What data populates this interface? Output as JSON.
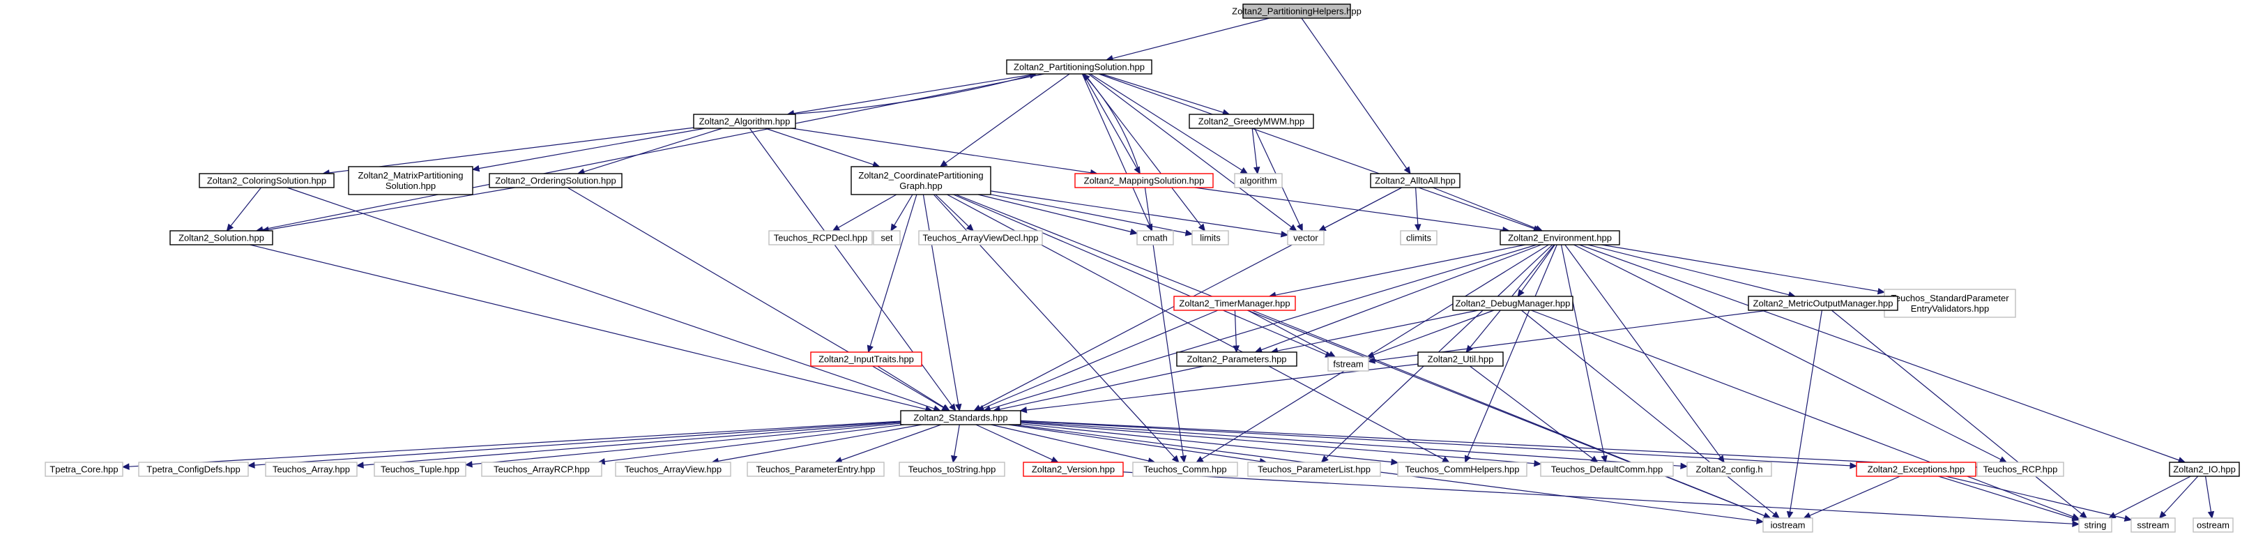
{
  "colors": {
    "root_fill": "#bfbfbf",
    "root_stroke": "#000000",
    "header_stroke": "#000000",
    "truncated_stroke": "#ff0000",
    "external_stroke": "#bfbfbf",
    "edge": "#191970"
  },
  "nodes": {
    "root": {
      "kind": "root",
      "lines": [
        "Zoltan2_PartitioningHelpers.hpp"
      ]
    },
    "partsol": {
      "kind": "header",
      "lines": [
        "Zoltan2_PartitioningSolution.hpp"
      ]
    },
    "algorithm": {
      "kind": "header",
      "lines": [
        "Zoltan2_Algorithm.hpp"
      ]
    },
    "greedymwm": {
      "kind": "header",
      "lines": [
        "Zoltan2_GreedyMWM.hpp"
      ]
    },
    "alltoall": {
      "kind": "header",
      "lines": [
        "Zoltan2_AlltoAll.hpp"
      ]
    },
    "colorsol": {
      "kind": "header",
      "lines": [
        "Zoltan2_ColoringSolution.hpp"
      ]
    },
    "matrixsol": {
      "kind": "header",
      "lines": [
        "Zoltan2_MatrixPartitioning",
        "Solution.hpp"
      ]
    },
    "ordersol": {
      "kind": "header",
      "lines": [
        "Zoltan2_OrderingSolution.hpp"
      ]
    },
    "coordgraph": {
      "kind": "header",
      "lines": [
        "Zoltan2_CoordinatePartitioning",
        "Graph.hpp"
      ]
    },
    "mappingsol": {
      "kind": "truncated",
      "lines": [
        "Zoltan2_MappingSolution.hpp"
      ]
    },
    "algorithm_std": {
      "kind": "external",
      "lines": [
        "algorithm"
      ]
    },
    "solution": {
      "kind": "header",
      "lines": [
        "Zoltan2_Solution.hpp"
      ]
    },
    "rcpdecl": {
      "kind": "external",
      "lines": [
        "Teuchos_RCPDecl.hpp"
      ]
    },
    "set": {
      "kind": "external",
      "lines": [
        "set"
      ]
    },
    "arrayviewdecl": {
      "kind": "external",
      "lines": [
        "Teuchos_ArrayViewDecl.hpp"
      ]
    },
    "cmath": {
      "kind": "external",
      "lines": [
        "cmath"
      ]
    },
    "limits": {
      "kind": "external",
      "lines": [
        "limits"
      ]
    },
    "vector": {
      "kind": "external",
      "lines": [
        "vector"
      ]
    },
    "climits": {
      "kind": "external",
      "lines": [
        "climits"
      ]
    },
    "environment": {
      "kind": "header",
      "lines": [
        "Zoltan2_Environment.hpp"
      ]
    },
    "stdparam": {
      "kind": "external",
      "lines": [
        "Teuchos_StandardParameter",
        "EntryValidators.hpp"
      ]
    },
    "timermgr": {
      "kind": "truncated",
      "lines": [
        "Zoltan2_TimerManager.hpp"
      ]
    },
    "debugmgr": {
      "kind": "header",
      "lines": [
        "Zoltan2_DebugManager.hpp"
      ]
    },
    "metricmgr": {
      "kind": "header",
      "lines": [
        "Zoltan2_MetricOutputManager.hpp"
      ]
    },
    "fstream": {
      "kind": "external",
      "lines": [
        "fstream"
      ]
    },
    "parameters": {
      "kind": "header",
      "lines": [
        "Zoltan2_Parameters.hpp"
      ]
    },
    "util": {
      "kind": "header",
      "lines": [
        "Zoltan2_Util.hpp"
      ]
    },
    "inputtraits": {
      "kind": "truncated",
      "lines": [
        "Zoltan2_InputTraits.hpp"
      ]
    },
    "standards": {
      "kind": "header",
      "lines": [
        "Zoltan2_Standards.hpp"
      ]
    },
    "io": {
      "kind": "header",
      "lines": [
        "Zoltan2_IO.hpp"
      ]
    },
    "tpetra_core": {
      "kind": "external",
      "lines": [
        "Tpetra_Core.hpp"
      ]
    },
    "tpetra_configdefs": {
      "kind": "external",
      "lines": [
        "Tpetra_ConfigDefs.hpp"
      ]
    },
    "teuchos_array": {
      "kind": "external",
      "lines": [
        "Teuchos_Array.hpp"
      ]
    },
    "teuchos_tuple": {
      "kind": "external",
      "lines": [
        "Teuchos_Tuple.hpp"
      ]
    },
    "teuchos_arrayrcp": {
      "kind": "external",
      "lines": [
        "Teuchos_ArrayRCP.hpp"
      ]
    },
    "teuchos_arrayview": {
      "kind": "external",
      "lines": [
        "Teuchos_ArrayView.hpp"
      ]
    },
    "teuchos_paramentry": {
      "kind": "external",
      "lines": [
        "Teuchos_ParameterEntry.hpp"
      ]
    },
    "teuchos_tostring": {
      "kind": "external",
      "lines": [
        "Teuchos_toString.hpp"
      ]
    },
    "version": {
      "kind": "truncated",
      "lines": [
        "Zoltan2_Version.hpp"
      ]
    },
    "teuchos_comm": {
      "kind": "external",
      "lines": [
        "Teuchos_Comm.hpp"
      ]
    },
    "teuchos_paramlist": {
      "kind": "external",
      "lines": [
        "Teuchos_ParameterList.hpp"
      ]
    },
    "teuchos_commhelpers": {
      "kind": "external",
      "lines": [
        "Teuchos_CommHelpers.hpp"
      ]
    },
    "teuchos_defaultcomm": {
      "kind": "external",
      "lines": [
        "Teuchos_DefaultComm.hpp"
      ]
    },
    "config": {
      "kind": "external",
      "lines": [
        "Zoltan2_config.h"
      ]
    },
    "exceptions": {
      "kind": "truncated",
      "lines": [
        "Zoltan2_Exceptions.hpp"
      ]
    },
    "teuchos_rcp": {
      "kind": "external",
      "lines": [
        "Teuchos_RCP.hpp"
      ]
    },
    "iostream": {
      "kind": "external",
      "lines": [
        "iostream"
      ]
    },
    "string": {
      "kind": "external",
      "lines": [
        "string"
      ]
    },
    "sstream": {
      "kind": "external",
      "lines": [
        "sstream"
      ]
    },
    "ostream": {
      "kind": "external",
      "lines": [
        "ostream"
      ]
    }
  },
  "edges": [
    [
      "root",
      "partsol"
    ],
    [
      "root",
      "alltoall"
    ],
    [
      "partsol",
      "algorithm"
    ],
    [
      "partsol",
      "greedymwm"
    ],
    [
      "partsol",
      "coordgraph"
    ],
    [
      "partsol",
      "mappingsol"
    ],
    [
      "partsol",
      "algorithm_std"
    ],
    [
      "partsol",
      "solution"
    ],
    [
      "partsol",
      "cmath"
    ],
    [
      "partsol",
      "limits"
    ],
    [
      "partsol",
      "vector"
    ],
    [
      "partsol",
      "environment"
    ],
    [
      "algorithm",
      "partsol"
    ],
    [
      "algorithm",
      "colorsol"
    ],
    [
      "algorithm",
      "matrixsol"
    ],
    [
      "algorithm",
      "ordersol"
    ],
    [
      "algorithm",
      "coordgraph"
    ],
    [
      "algorithm",
      "mappingsol"
    ],
    [
      "algorithm",
      "standards"
    ],
    [
      "greedymwm",
      "algorithm_std"
    ],
    [
      "greedymwm",
      "vector"
    ],
    [
      "mappingsol",
      "partsol"
    ],
    [
      "mappingsol",
      "environment"
    ],
    [
      "mappingsol",
      "teuchos_comm"
    ],
    [
      "colorsol",
      "solution"
    ],
    [
      "colorsol",
      "standards"
    ],
    [
      "ordersol",
      "solution"
    ],
    [
      "ordersol",
      "standards"
    ],
    [
      "solution",
      "standards"
    ],
    [
      "coordgraph",
      "rcpdecl"
    ],
    [
      "coordgraph",
      "set"
    ],
    [
      "coordgraph",
      "arrayviewdecl"
    ],
    [
      "coordgraph",
      "cmath"
    ],
    [
      "coordgraph",
      "limits"
    ],
    [
      "coordgraph",
      "vector"
    ],
    [
      "coordgraph",
      "fstream"
    ],
    [
      "coordgraph",
      "inputtraits"
    ],
    [
      "coordgraph",
      "standards"
    ],
    [
      "coordgraph",
      "teuchos_comm"
    ],
    [
      "coordgraph",
      "teuchos_commhelpers"
    ],
    [
      "coordgraph",
      "iostream"
    ],
    [
      "alltoall",
      "vector"
    ],
    [
      "alltoall",
      "climits"
    ],
    [
      "alltoall",
      "environment"
    ],
    [
      "alltoall",
      "standards"
    ],
    [
      "environment",
      "stdparam"
    ],
    [
      "environment",
      "timermgr"
    ],
    [
      "environment",
      "debugmgr"
    ],
    [
      "environment",
      "metricmgr"
    ],
    [
      "environment",
      "parameters"
    ],
    [
      "environment",
      "util"
    ],
    [
      "environment",
      "standards"
    ],
    [
      "environment",
      "teuchos_comm"
    ],
    [
      "environment",
      "teuchos_paramlist"
    ],
    [
      "environment",
      "teuchos_commhelpers"
    ],
    [
      "environment",
      "teuchos_defaultcomm"
    ],
    [
      "environment",
      "config"
    ],
    [
      "environment",
      "teuchos_rcp"
    ],
    [
      "environment",
      "io"
    ],
    [
      "timermgr",
      "parameters"
    ],
    [
      "timermgr",
      "fstream"
    ],
    [
      "timermgr",
      "standards"
    ],
    [
      "timermgr",
      "iostream"
    ],
    [
      "debugmgr",
      "parameters"
    ],
    [
      "debugmgr",
      "fstream"
    ],
    [
      "debugmgr",
      "iostream"
    ],
    [
      "debugmgr",
      "string"
    ],
    [
      "metricmgr",
      "fstream"
    ],
    [
      "metricmgr",
      "iostream"
    ],
    [
      "metricmgr",
      "string"
    ],
    [
      "parameters",
      "standards"
    ],
    [
      "util",
      "standards"
    ],
    [
      "util",
      "teuchos_defaultcomm"
    ],
    [
      "inputtraits",
      "standards"
    ],
    [
      "standards",
      "tpetra_core"
    ],
    [
      "standards",
      "tpetra_configdefs"
    ],
    [
      "standards",
      "teuchos_array"
    ],
    [
      "standards",
      "teuchos_tuple"
    ],
    [
      "standards",
      "teuchos_arrayrcp"
    ],
    [
      "standards",
      "teuchos_arrayview"
    ],
    [
      "standards",
      "teuchos_paramentry"
    ],
    [
      "standards",
      "teuchos_tostring"
    ],
    [
      "standards",
      "version"
    ],
    [
      "standards",
      "teuchos_comm"
    ],
    [
      "standards",
      "teuchos_paramlist"
    ],
    [
      "standards",
      "teuchos_commhelpers"
    ],
    [
      "standards",
      "teuchos_defaultcomm"
    ],
    [
      "standards",
      "config"
    ],
    [
      "standards",
      "exceptions"
    ],
    [
      "standards",
      "teuchos_rcp"
    ],
    [
      "standards",
      "iostream"
    ],
    [
      "version",
      "string"
    ],
    [
      "exceptions",
      "iostream"
    ],
    [
      "exceptions",
      "string"
    ],
    [
      "exceptions",
      "sstream"
    ],
    [
      "io",
      "string"
    ],
    [
      "io",
      "sstream"
    ],
    [
      "io",
      "ostream"
    ]
  ]
}
